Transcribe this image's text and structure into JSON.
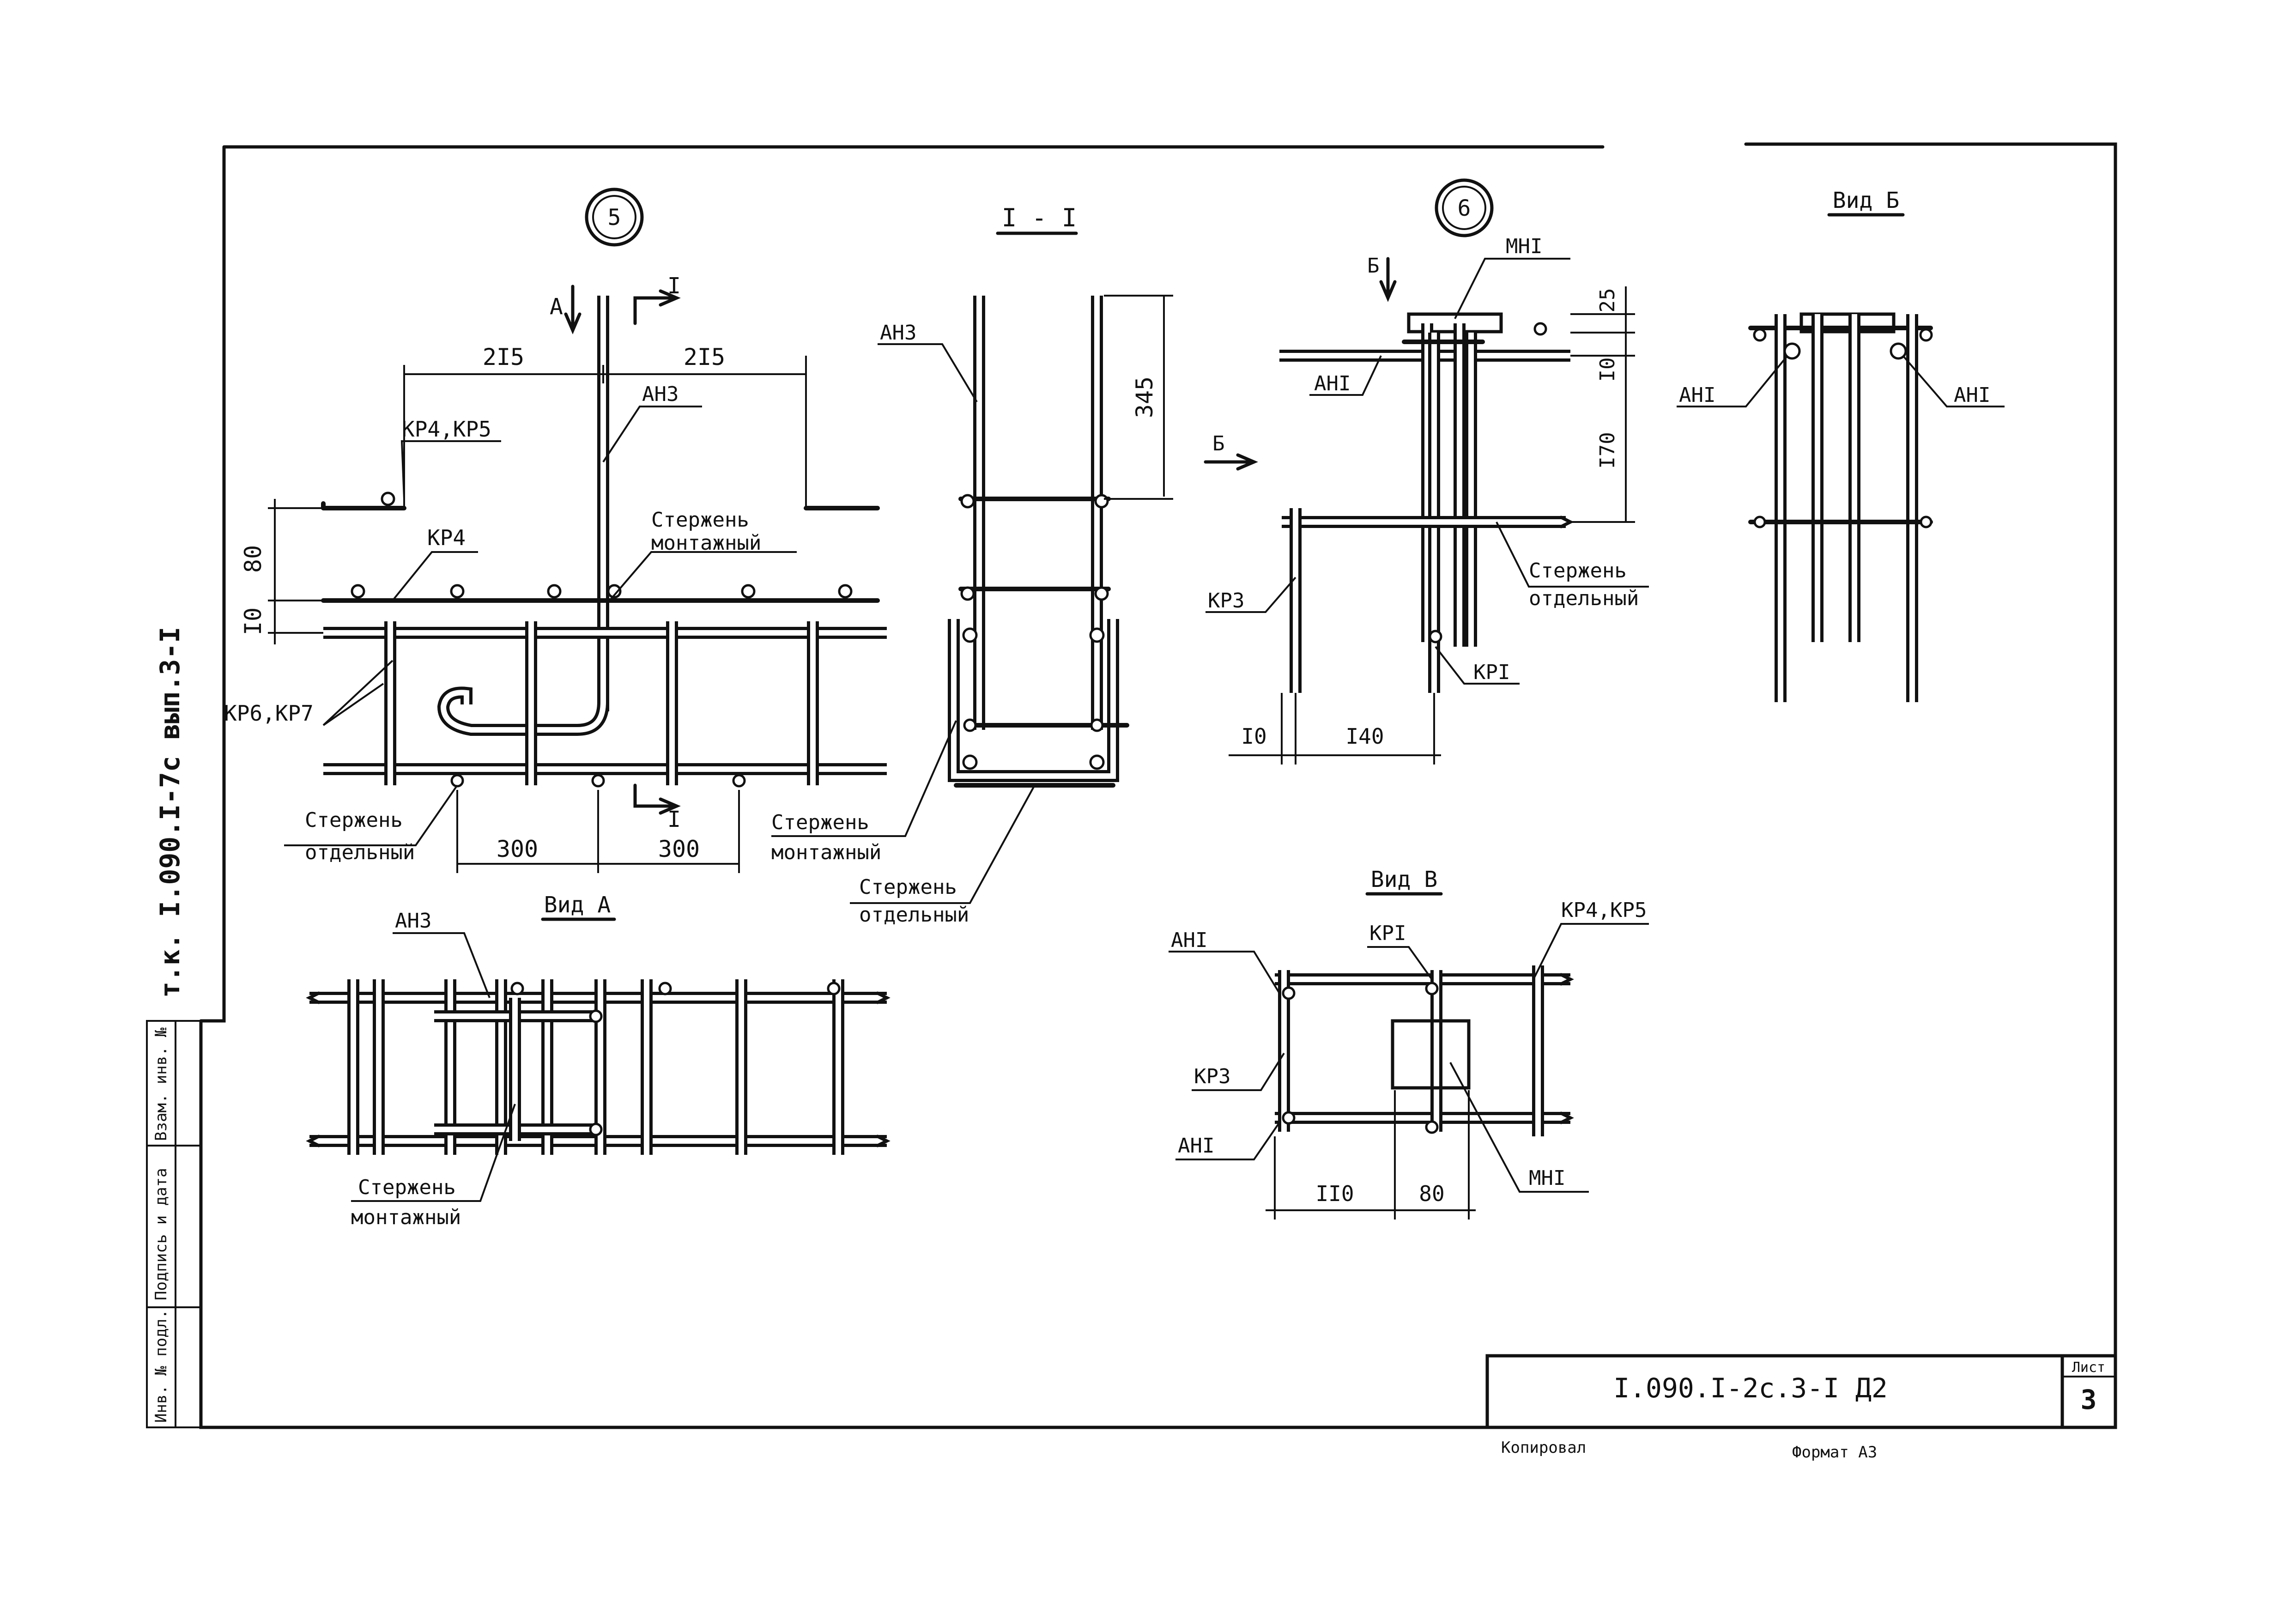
{
  "frame": {
    "side_code": "т.к. I.090.I-7с вып.3-I",
    "stamp_fields": [
      "Инв. № подл.",
      "Подпись и дата",
      "Взам. инв. №"
    ]
  },
  "title_block": {
    "doc_code": "I.090.I-2с.3-I Д2",
    "sheet_label": "Лист",
    "sheet_number": "3"
  },
  "footer": {
    "copy_label": "Копировал",
    "format_label": "Формат А3"
  },
  "node5": {
    "marker": "5",
    "arrow_a": "А",
    "cut_label": "I",
    "dims": [
      "2I5",
      "2I5",
      "80",
      "I0",
      "300",
      "300"
    ],
    "labels": {
      "kp4_kp5": "КР4,КР5",
      "kp4": "КР4",
      "kp6_kp7": "КР6,КР7",
      "ah3": "АН3",
      "rod_mount_1": "Стержень",
      "rod_mount_2": "монтажный",
      "rod_sep_1": "Стержень",
      "rod_sep_2": "отдельный"
    }
  },
  "section_1": {
    "title": "I - I",
    "ah3": "АН3",
    "dim": "345",
    "rod_mount_1": "Стержень",
    "rod_mount_2": "монтажный",
    "rod_sep_1": "Стержень",
    "rod_sep_2": "отдельный"
  },
  "view_a": {
    "title": "Вид А",
    "ah3": "АН3",
    "rod_mount_1": "Стержень",
    "rod_mount_2": "монтажный"
  },
  "node6": {
    "marker": "6",
    "arrow_b_top": "Б",
    "arrow_b_side": "Б",
    "mh1": "МНI",
    "ah1": "АНI",
    "kp3": "КР3",
    "kp1": "КРI",
    "dims": [
      "25",
      "I0",
      "I70",
      "I0",
      "I40"
    ],
    "rod_sep_1": "Стержень",
    "rod_sep_2": "отдельный"
  },
  "view_b": {
    "title": "Вид Б",
    "ah1_left": "АНI",
    "ah1_right": "АНI"
  },
  "view_v": {
    "title": "Вид В",
    "ah1_top": "АНI",
    "kp1": "КРI",
    "kp4_kp5": "КР4,КР5",
    "kp3": "КР3",
    "ah1_bottom": "АНI",
    "mh1": "МНI",
    "dims": [
      "II0",
      "80"
    ]
  }
}
